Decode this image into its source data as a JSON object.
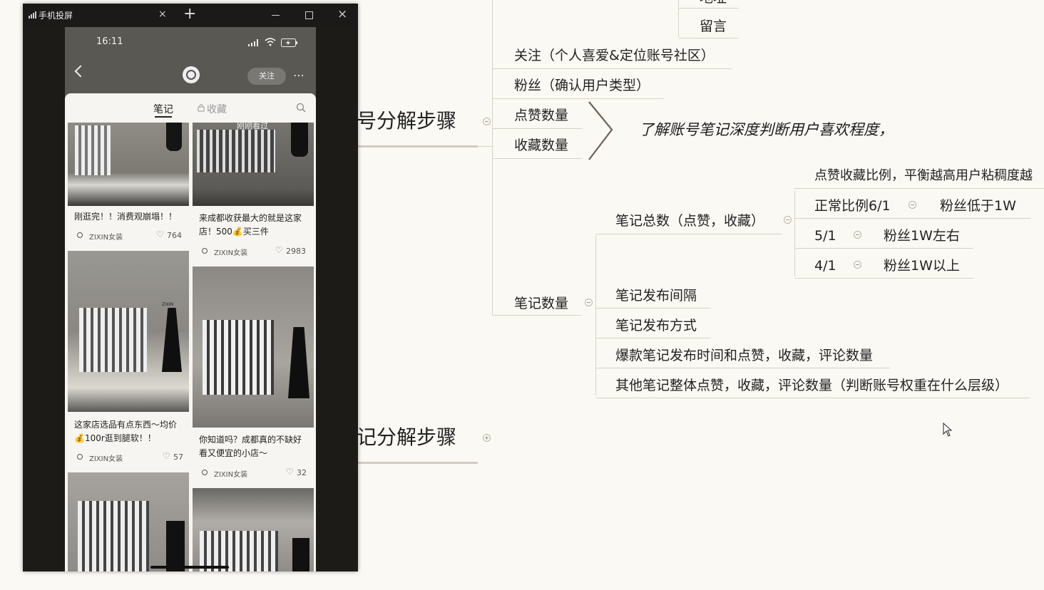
{
  "window": {
    "title": "手机投屏",
    "new_tab": "+"
  },
  "phone": {
    "time": "16:11",
    "follow_label": "关注",
    "tabs": {
      "notes": "笔记",
      "favorites": "收藏"
    },
    "recently_viewed": "刚刚看过",
    "notes": [
      {
        "title": "刚逛完！！消费观崩塌！！",
        "author": "ZIXIN女装",
        "likes": "764"
      },
      {
        "title": "来成都收获最大的就是这家店！500💰买三件",
        "author": "ZIXIN女装",
        "likes": "2983"
      },
      {
        "title": "这家店选品有点东西～均价💰100r逛到腿软！！",
        "author": "ZIXIN女装",
        "likes": "57"
      },
      {
        "title": "你知道吗？成都真的不缺好看又便宜的小店～",
        "author": "ZIXIN女装",
        "likes": "32"
      }
    ],
    "store_sign": "ZIXIN"
  },
  "mindmap": {
    "top_partial": "地址",
    "message": "留言",
    "follow": "关注（个人喜爱&定位账号社区）",
    "fans": "粉丝（确认用户类型）",
    "likes_count": "点赞数量",
    "favorites_count": "收藏数量",
    "section1": "号分解步骤",
    "section2": "记分解步骤",
    "annotation": "了解账号笔记深度判断用户喜欢程度，",
    "ratio_title": "点赞收藏比例，平衡越高用户粘稠度越",
    "note_total": "笔记总数（点赞，收藏）",
    "ratio_normal": "正常比例6/1",
    "ratio_normal_fans": "粉丝低于1W",
    "ratio_5": "5/1",
    "ratio_5_fans": "粉丝1W左右",
    "ratio_4": "4/1",
    "ratio_4_fans": "粉丝1W以上",
    "note_count": "笔记数量",
    "note_interval": "笔记发布间隔",
    "note_method": "笔记发布方式",
    "viral_note": "爆款笔记发布时间和点赞，收藏，评论数量",
    "other_notes": "其他笔记整体点赞，收藏，评论数量（判断账号权重在什么层级）"
  }
}
